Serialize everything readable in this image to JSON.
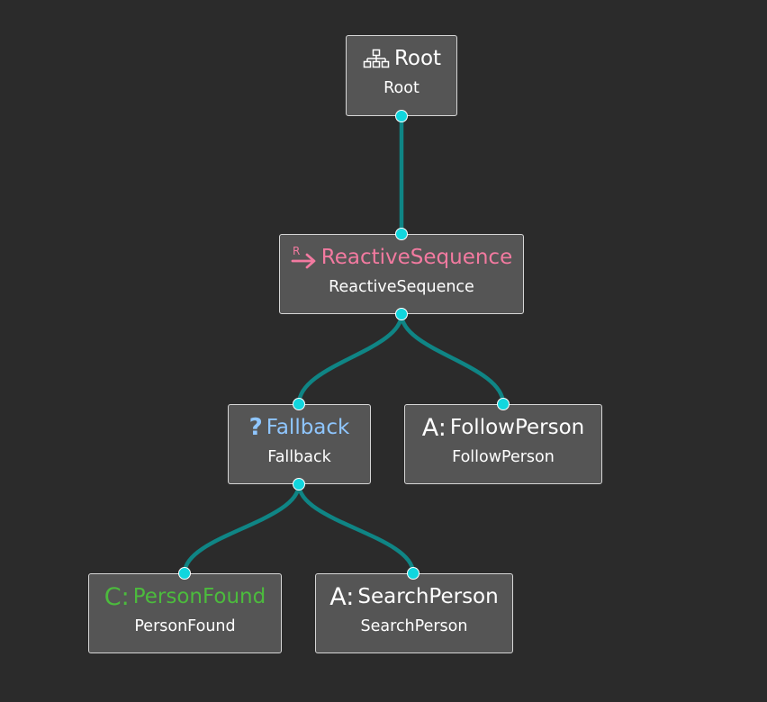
{
  "colors": {
    "background": "#2b2b2b",
    "node_fill": "#555555",
    "node_border": "#d6d6d6",
    "edge": "#0f8585",
    "port": "#11d6de",
    "reactive": "#f27aa0",
    "fallback": "#8fc6ff",
    "condition": "#4cbb3d"
  },
  "nodes": {
    "root": {
      "title": "Root",
      "subtitle": "Root",
      "icon": "tree-structure-icon"
    },
    "reactive_sequence": {
      "title": "ReactiveSequence",
      "subtitle": "ReactiveSequence",
      "icon": "reactive-arrow-icon",
      "icon_letter": "R"
    },
    "fallback": {
      "title": "Fallback",
      "subtitle": "Fallback",
      "icon": "question-mark-icon",
      "icon_glyph": "?"
    },
    "follow_person": {
      "title": "FollowPerson",
      "subtitle": "FollowPerson",
      "icon": "action-icon",
      "icon_glyph": "A:"
    },
    "person_found": {
      "title": "PersonFound",
      "subtitle": "PersonFound",
      "icon": "condition-icon",
      "icon_glyph": "C:"
    },
    "search_person": {
      "title": "SearchPerson",
      "subtitle": "SearchPerson",
      "icon": "action-icon",
      "icon_glyph": "A:"
    }
  },
  "edges": [
    {
      "from": "root",
      "to": "reactive_sequence"
    },
    {
      "from": "reactive_sequence",
      "to": "fallback"
    },
    {
      "from": "reactive_sequence",
      "to": "follow_person"
    },
    {
      "from": "fallback",
      "to": "person_found"
    },
    {
      "from": "fallback",
      "to": "search_person"
    }
  ]
}
